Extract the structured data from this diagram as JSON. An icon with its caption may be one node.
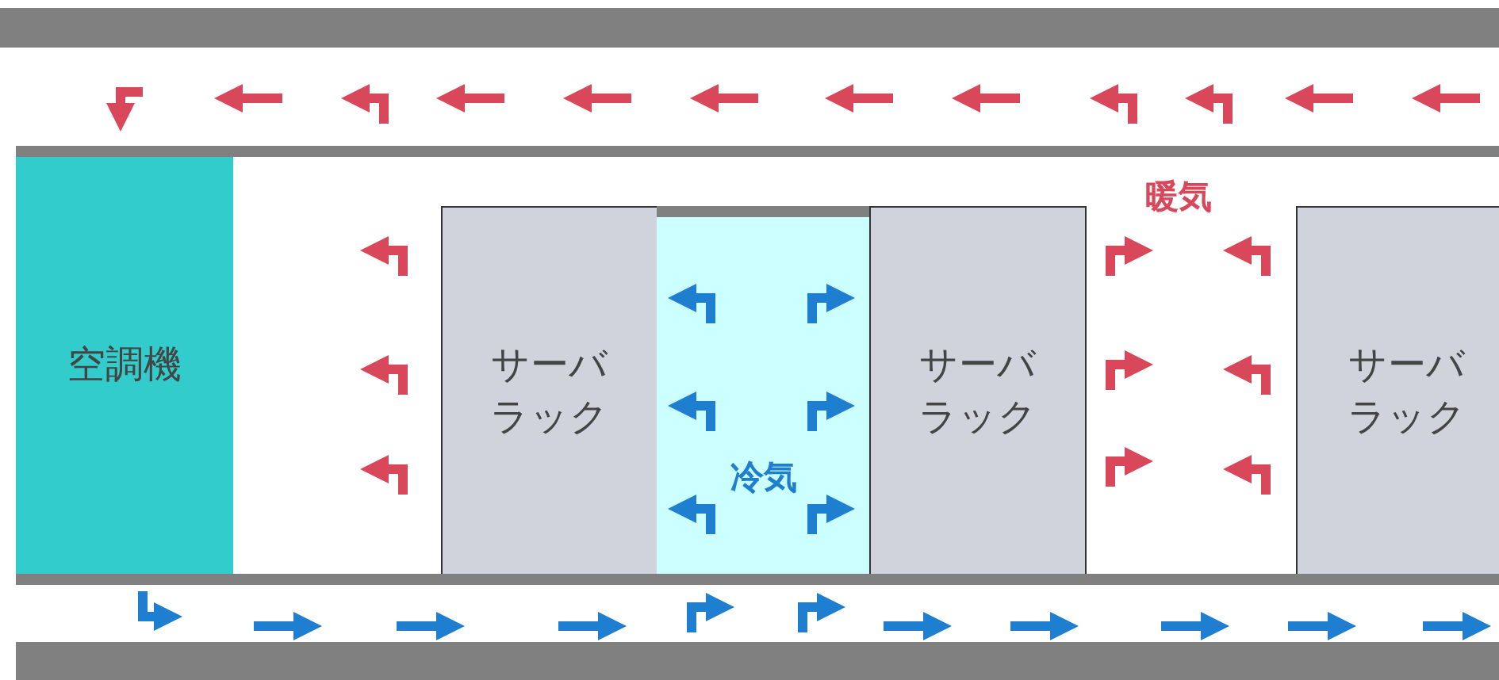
{
  "diagram": {
    "nodes": [
      {
        "text": [
          "空調機"
        ]
      },
      {
        "text": [
          "サーバラック"
        ]
      },
      {
        "text": [
          "冷気"
        ]
      },
      {
        "text": [
          "サーバラック"
        ]
      },
      {
        "text": [
          "サーバラック"
        ]
      }
    ],
    "labels": [
      "暖気"
    ]
  }
}
